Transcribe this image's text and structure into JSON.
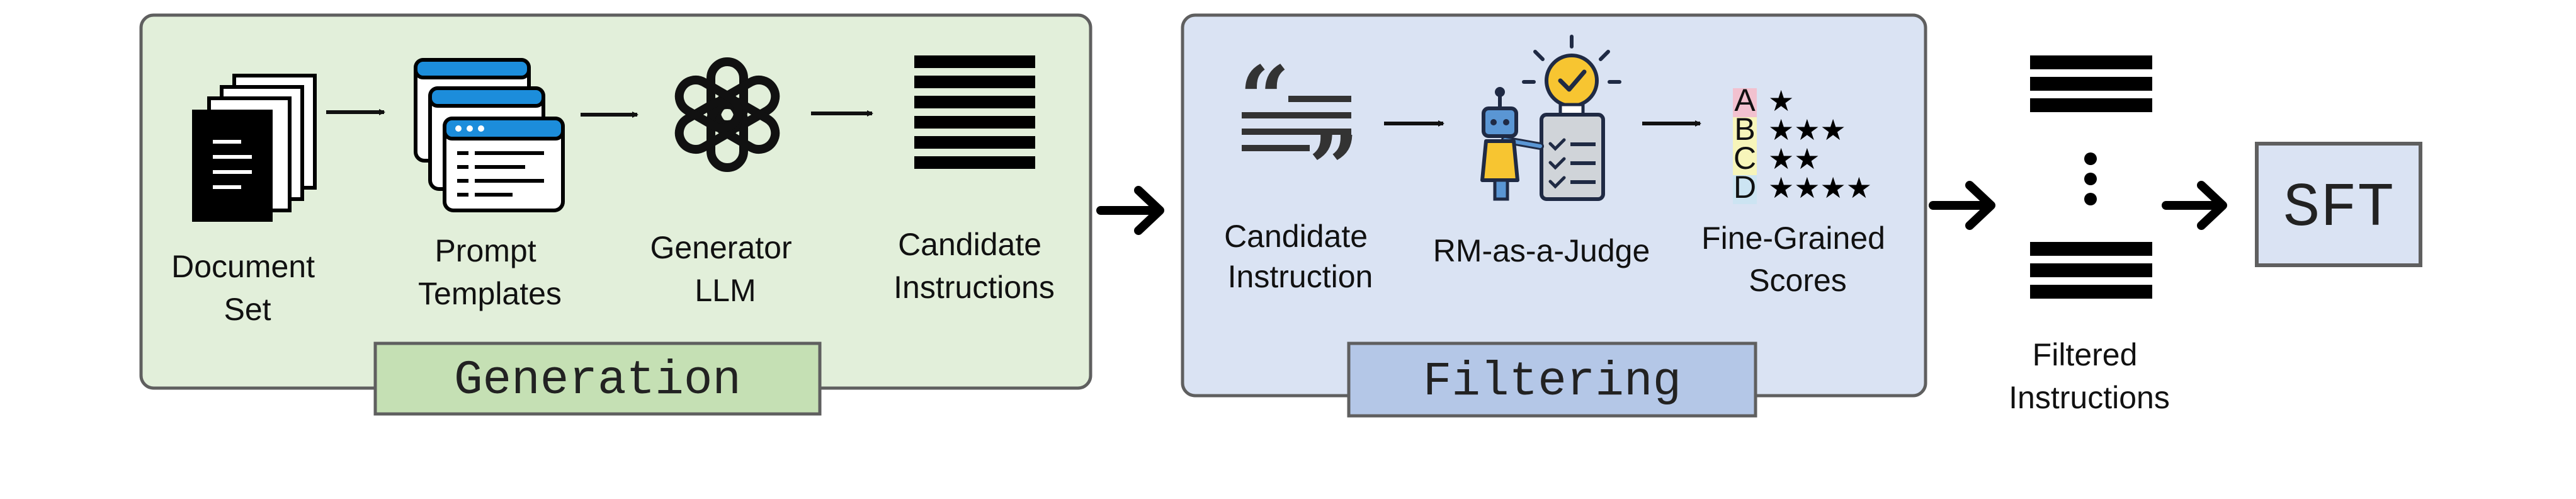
{
  "generation": {
    "doc_label": [
      "Document",
      "Set"
    ],
    "prompt_label": [
      "Prompt",
      "Templates"
    ],
    "generator_label": [
      "Generator",
      "LLM"
    ],
    "candidate_label": [
      "Candidate",
      "Instructions"
    ],
    "badge": "Generation"
  },
  "filtering": {
    "candidate_label": [
      "Candidate",
      "Instruction"
    ],
    "judge_label": "RM-as-a-Judge",
    "scores_label": [
      "Fine-Grained",
      "Scores"
    ],
    "badge": "Filtering",
    "grades": [
      "A",
      "B",
      "C",
      "D"
    ],
    "stars": [
      "★",
      "★★★",
      "★★",
      "★★★★"
    ]
  },
  "output": {
    "filtered_label": [
      "Filtered",
      "Instructions"
    ],
    "sft_label": "SFT"
  },
  "colors": {
    "generation_bg": "#e2efda",
    "generation_badge": "#c5e0b4",
    "filtering_bg": "#dae3f3",
    "filtering_badge": "#b4c7e7",
    "sft_bg": "#dae3f3",
    "border": "#5f5f5f"
  },
  "icons": [
    "document-stack-icon",
    "browser-windows-icon",
    "openai-logo-icon",
    "text-lines-icon",
    "quote-icon",
    "robot-judge-icon",
    "filtered-lines-icon"
  ]
}
